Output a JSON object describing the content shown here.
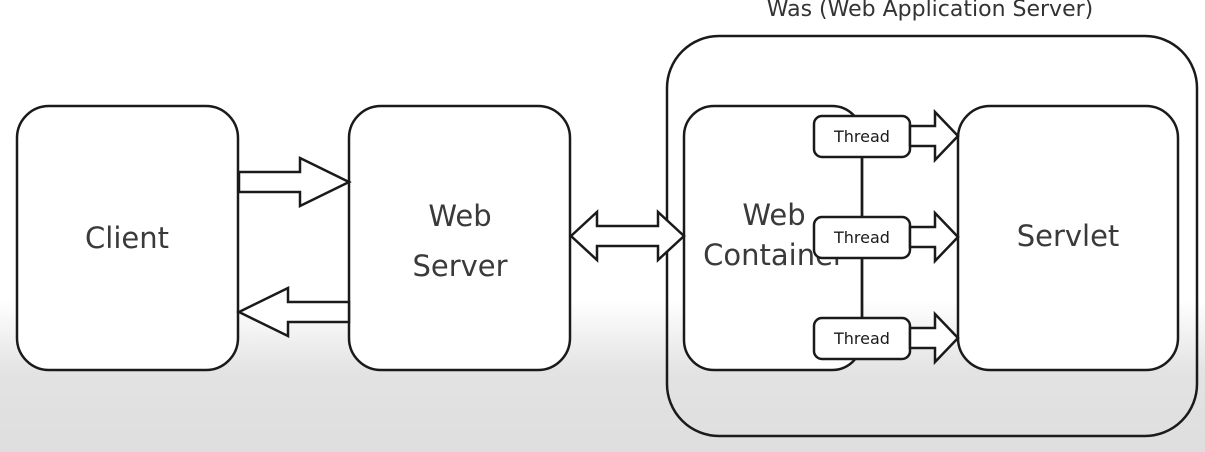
{
  "diagram": {
    "title": "Was (Web Application Server)",
    "nodes": {
      "client": "Client",
      "web_server_line1": "Web",
      "web_server_line2": "Server",
      "web_container_line1": "Web",
      "web_container_line2": "Container",
      "servlet": "Servlet",
      "threads": [
        "Thread",
        "Thread",
        "Thread"
      ]
    }
  }
}
